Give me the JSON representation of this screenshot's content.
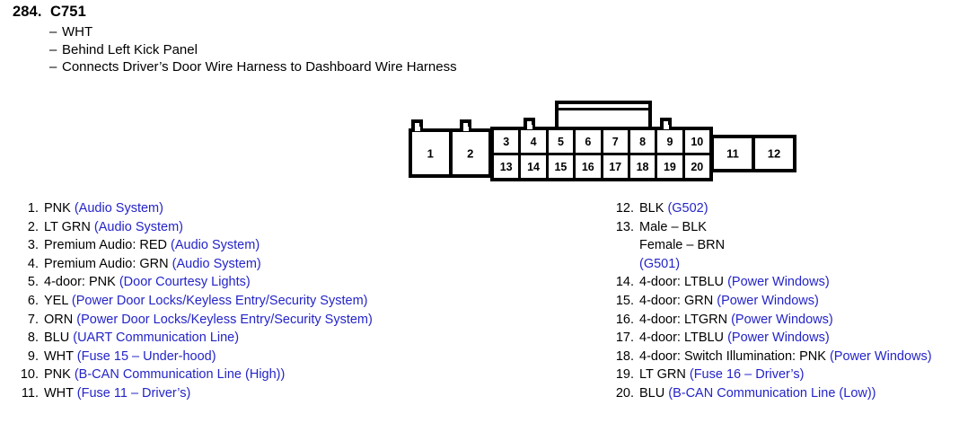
{
  "header": {
    "number": "284.",
    "name": "C751",
    "details": [
      "WHT",
      "Behind Left Kick Panel",
      "Connects Driver’s Door Wire Harness to Dashboard Wire Harness"
    ],
    "dash": "–"
  },
  "connector": {
    "wing_left": [
      "1",
      "2"
    ],
    "grid_top": [
      "3",
      "4",
      "5",
      "6",
      "7",
      "8",
      "9",
      "10"
    ],
    "grid_bottom": [
      "13",
      "14",
      "15",
      "16",
      "17",
      "18",
      "19",
      "20"
    ],
    "wing_right": [
      "11",
      "12"
    ]
  },
  "colors": {
    "system_text": "#2424c8",
    "outline": "#000000",
    "background": "#ffffff"
  },
  "pins_left": [
    {
      "num": "1.",
      "wire": "PNK ",
      "system": "(Audio System)"
    },
    {
      "num": "2.",
      "wire": "LT GRN ",
      "system": "(Audio System)"
    },
    {
      "num": "3.",
      "wire": "Premium Audio: RED ",
      "system": "(Audio System)"
    },
    {
      "num": "4.",
      "wire": "Premium Audio: GRN ",
      "system": "(Audio System)"
    },
    {
      "num": "5.",
      "wire": "4-door: PNK ",
      "system": "(Door Courtesy Lights)"
    },
    {
      "num": "6.",
      "wire": "YEL ",
      "system": "(Power Door Locks/Keyless Entry/Security System)"
    },
    {
      "num": "7.",
      "wire": "ORN ",
      "system": "(Power Door Locks/Keyless Entry/Security System)"
    },
    {
      "num": "8.",
      "wire": "BLU ",
      "system": "(UART Communication Line)"
    },
    {
      "num": "9.",
      "wire": "WHT ",
      "system": "(Fuse 15 – Under-hood)"
    },
    {
      "num": "10.",
      "wire": "PNK ",
      "system": "(B-CAN Communication Line (High))"
    },
    {
      "num": "11.",
      "wire": "WHT ",
      "system": "(Fuse 11 – Driver’s)"
    }
  ],
  "pins_right": [
    {
      "num": "12.",
      "wire": "BLK ",
      "system": "(G502)"
    },
    {
      "num": "13.",
      "wire": "Male – BLK",
      "line2": "Female – BRN",
      "system": "(G501)"
    },
    {
      "num": "14.",
      "wire": "4-door: LTBLU  ",
      "system": "(Power Windows)"
    },
    {
      "num": "15.",
      "wire": "4-door: GRN ",
      "system": "(Power Windows)"
    },
    {
      "num": "16.",
      "wire": "4-door: LTGRN  ",
      "system": "(Power Windows)"
    },
    {
      "num": "17.",
      "wire": "4-door: LTBLU  ",
      "system": "(Power Windows)"
    },
    {
      "num": "18.",
      "wire": "4-door: Switch Illumination: PNK ",
      "system": "(Power Windows)"
    },
    {
      "num": "19.",
      "wire": "LT GRN ",
      "system": "(Fuse 16 – Driver’s)"
    },
    {
      "num": "20.",
      "wire": "BLU ",
      "system": "(B-CAN Communication Line (Low))"
    }
  ]
}
